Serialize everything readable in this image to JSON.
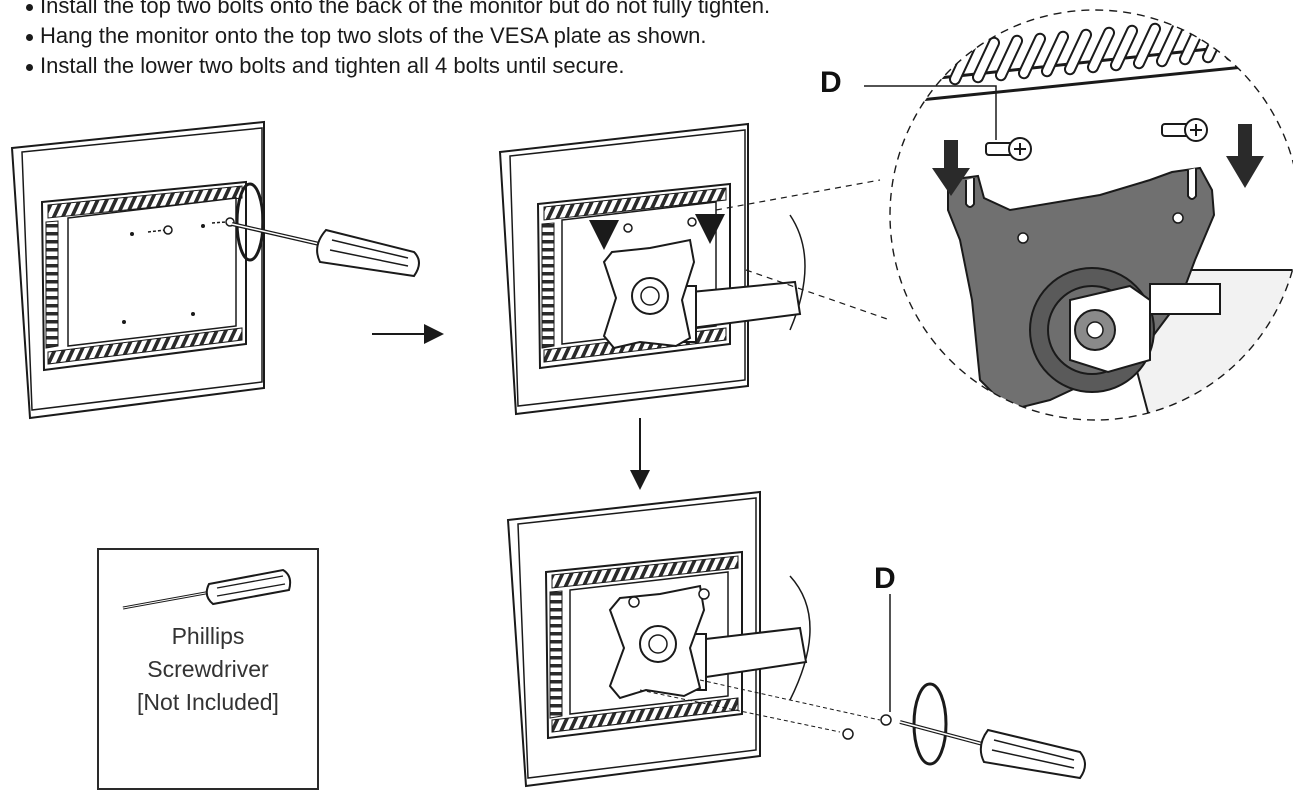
{
  "instructions": [
    "Install the top two bolts onto the back of the monitor but do not fully tighten.",
    "Hang the monitor onto the top two slots of the VESA plate as shown.",
    "Install the lower two bolts and tighten all 4 bolts until secure."
  ],
  "callouts": {
    "detail_bolt": "D",
    "step3_bolt": "D"
  },
  "tool_box": {
    "name_line1": "Phillips",
    "name_line2": "Screwdriver",
    "note": "[Not Included]"
  },
  "colors": {
    "line": "#1a1a1a",
    "plate": "#6e6e6e",
    "plate_dark": "#4a4a4a",
    "arm": "#f4f4f4"
  }
}
